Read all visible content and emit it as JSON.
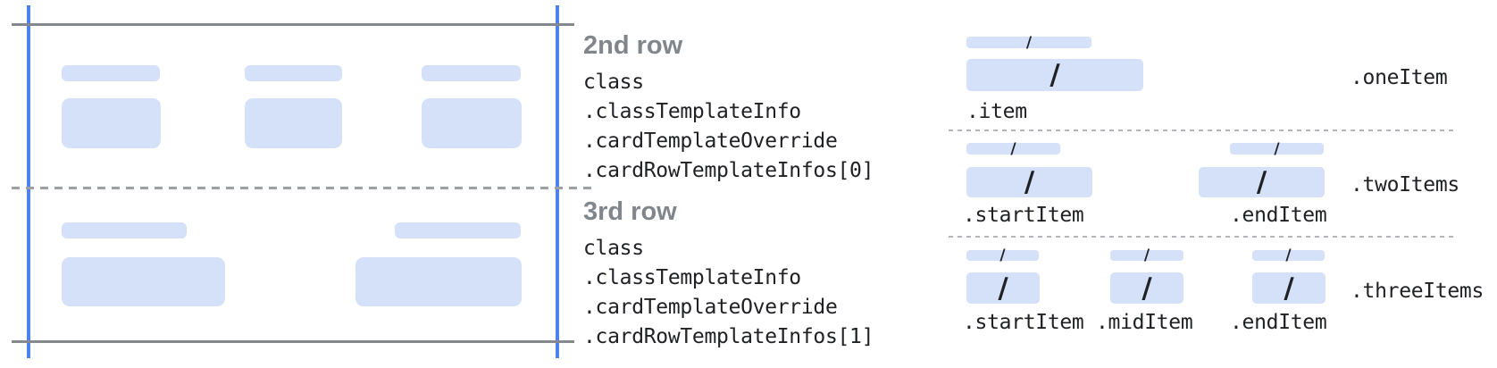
{
  "annotations": {
    "row2": {
      "title": "2nd row",
      "lines": [
        "class",
        ".classTemplateInfo",
        ".cardTemplateOverride",
        ".cardRowTemplateInfos[0]"
      ]
    },
    "row3": {
      "title": "3rd row",
      "lines": [
        "class",
        ".classTemplateInfo",
        ".cardTemplateOverride",
        ".cardRowTemplateInfos[1]"
      ]
    }
  },
  "item_layouts": {
    "slash": "/",
    "groups": [
      {
        "name": ".oneItem",
        "item_labels": [
          ".item"
        ]
      },
      {
        "name": ".twoItems",
        "item_labels": [
          ".startItem",
          ".endItem"
        ]
      },
      {
        "name": ".threeItems",
        "item_labels": [
          ".startItem",
          ".midItem",
          ".endItem"
        ]
      }
    ]
  },
  "colors": {
    "placeholder_blue": "#d4e1f8",
    "guide_line_blue": "#4e83ef",
    "guide_line_gray": "#85898e",
    "dashed_line_gray": "#9aa0a6",
    "separator_dash_gray": "#b2b6bb",
    "heading_gray": "#80868b",
    "text_dark": "#202124"
  }
}
